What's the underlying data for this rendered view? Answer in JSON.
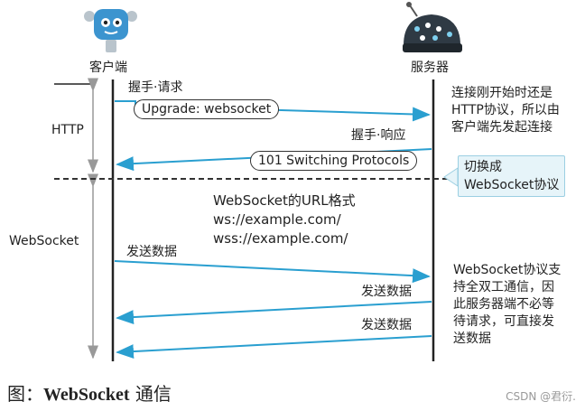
{
  "client": {
    "label": "客户端"
  },
  "server": {
    "label": "服务器"
  },
  "phases": {
    "http": "HTTP",
    "websocket": "WebSocket"
  },
  "handshake": {
    "request_label": "握手·请求",
    "request_box": "Upgrade: websocket",
    "response_label": "握手·响应",
    "response_box": "101 Switching Protocols"
  },
  "notes": {
    "http_note": [
      "连接刚开始时还是",
      "HTTP协议，所以由",
      "客户端先发起连接"
    ],
    "switch_note": [
      "切换成",
      "WebSocket协议"
    ],
    "url_format": [
      "WebSocket的URL格式",
      "ws://example.com/",
      "wss://example.com/"
    ],
    "ws_note": [
      "WebSocket协议支",
      "持全双工通信，因",
      "此服务器端不必等",
      "待请求，可直接发",
      "送数据"
    ]
  },
  "messages": {
    "send1": "发送数据",
    "send2": "发送数据",
    "send3": "发送数据"
  },
  "caption": {
    "prefix": "图：",
    "bold": "WebSocket",
    "suffix": " 通信"
  },
  "watermark": "CSDN @君衍.",
  "colors": {
    "arrow": "#2a9fd0",
    "line": "#222222",
    "phase_arrow": "#999999",
    "tag_bg": "#e6f4f9"
  }
}
